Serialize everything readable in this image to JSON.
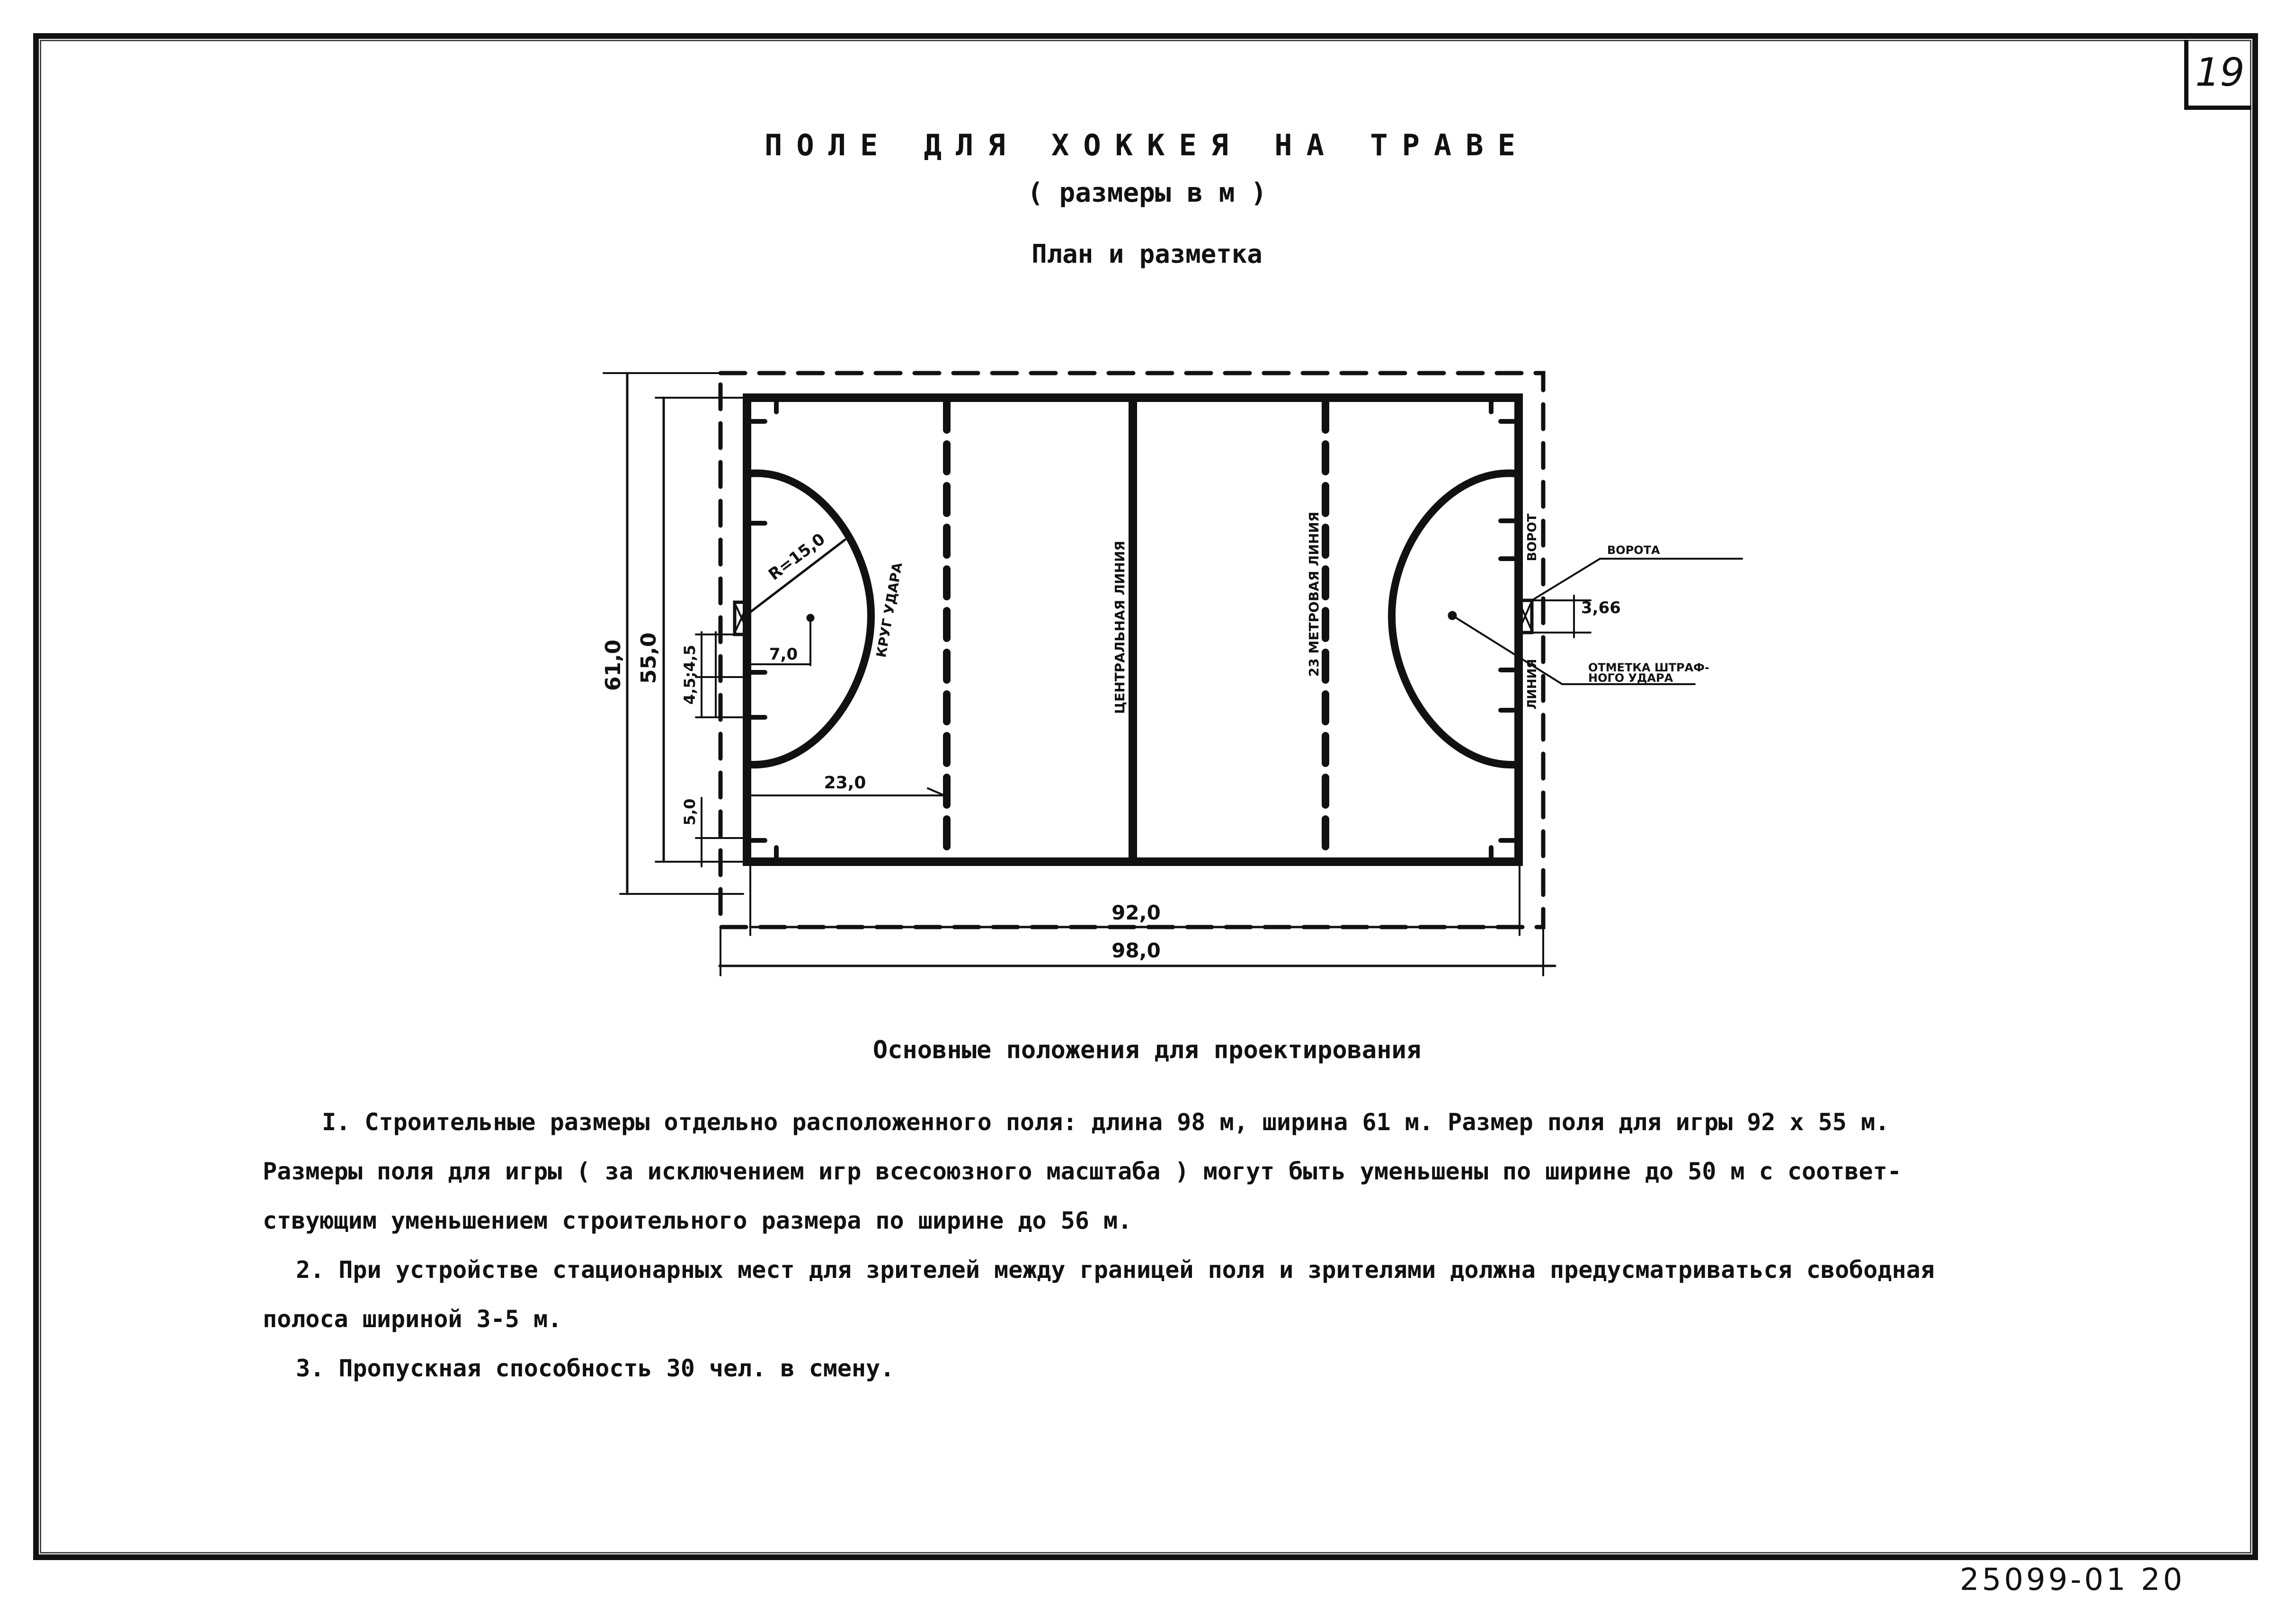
{
  "page_number": "19",
  "title": "ПОЛЕ ДЛЯ ХОККЕЯ НА ТРАВЕ",
  "subtitle": "( размеры в м )",
  "plan_title": "План и разметка",
  "diagram": {
    "dims": {
      "construction_width": "61,0",
      "play_width": "55,0",
      "play_length": "92,0",
      "construction_length": "98,0",
      "shooting_radius": "R=15,0",
      "penalty_distance": "7,0",
      "line_23": "23,0",
      "hash_spacing": "4,5;4,5",
      "corner_mark": "5,0",
      "goal_width": "3,66"
    },
    "labels": {
      "center_line": "ЦЕНТРАЛЬНАЯ ЛИНИЯ",
      "line_23m": "23 МЕТРОВАЯ ЛИНИЯ",
      "shooting_circle": "КРУГ УДАРА",
      "goal_line_a": "ВОРОТ",
      "goal_line_b": "ЛИНИЯ",
      "goal": "ВОРОТА",
      "penalty_spot_1": "ОТМЕТКА ШТРАФ-",
      "penalty_spot_2": "НОГО УДАРА"
    }
  },
  "section_heading": "Основные положения для проектирования",
  "notes": [
    "I. Строительные размеры отдельно расположенного поля: длина 98 м, ширина 61 м. Размер поля для игры 92 х 55 м.",
    "Размеры поля для игры ( за исключением игр всесоюзного масштаба ) могут быть уменьшены по ширине до 50 м с соответ-",
    "ствующим уменьшением строительного размера по ширине до 56 м.",
    "2. При устройстве стационарных мест для зрителей между границей поля и зрителями должна предусматриваться свободная",
    "полоса шириной 3-5 м.",
    "3. Пропускная способность 30 чел. в смену."
  ],
  "doc_code": "25099-01 20"
}
